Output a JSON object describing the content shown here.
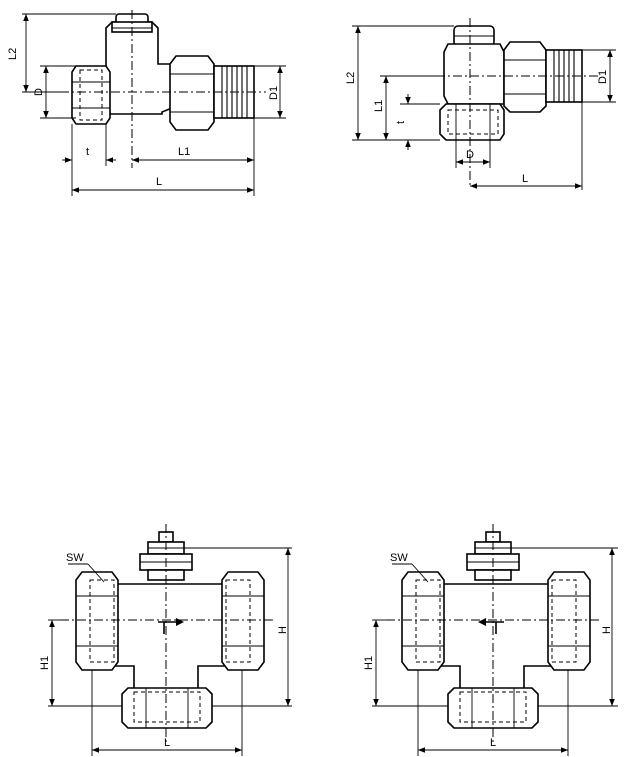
{
  "figures": [
    {
      "id": "straight-valve",
      "labels": {
        "L2": "L2",
        "D": "D",
        "D1": "D1",
        "t": "t",
        "L1": "L1",
        "L": "L"
      }
    },
    {
      "id": "angle-valve",
      "labels": {
        "L2": "L2",
        "L1": "L1",
        "t": "t",
        "D": "D",
        "D1": "D1",
        "L": "L"
      }
    },
    {
      "id": "three-way-valve-mixing",
      "labels": {
        "SW": "SW",
        "H": "H",
        "H1": "H1",
        "L": "L"
      }
    },
    {
      "id": "three-way-valve-diverting",
      "labels": {
        "SW": "SW",
        "H": "H",
        "H1": "H1",
        "L": "L"
      }
    }
  ]
}
